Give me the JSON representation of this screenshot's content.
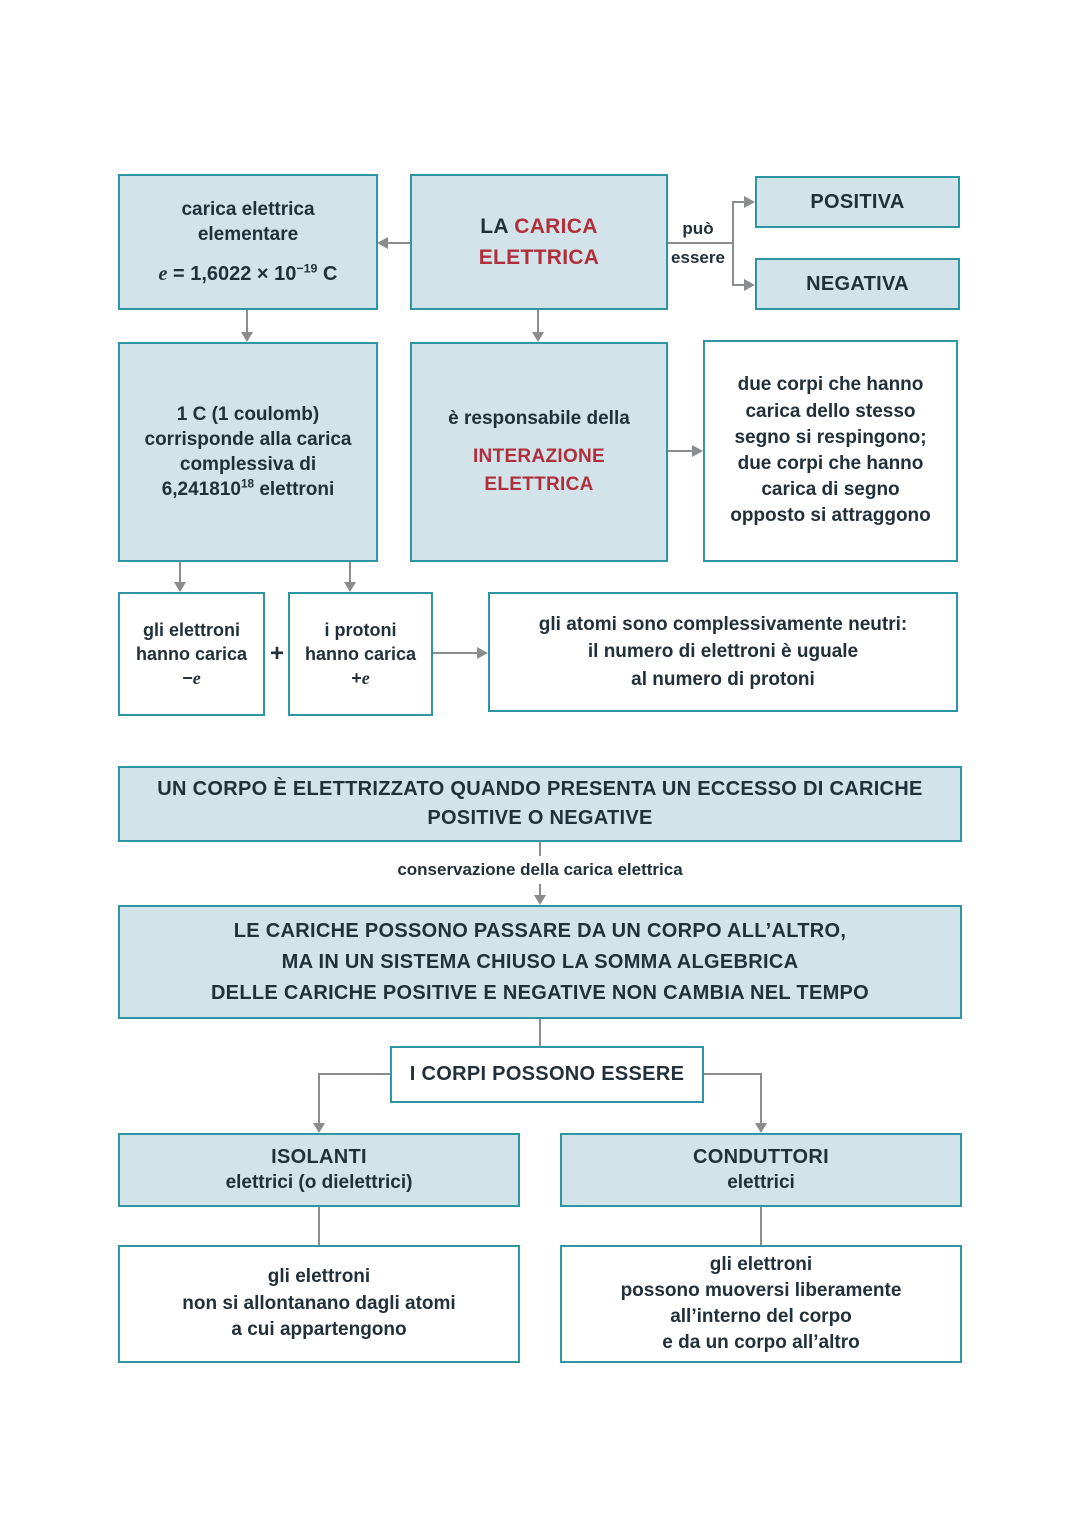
{
  "colors": {
    "box_fill_teal": "#d2e4e9",
    "box_border_teal": "#2e96a3",
    "accent_red": "#b02f3c",
    "text_dark": "#22303a",
    "connector_gray": "#8a8c8e",
    "background": "#ffffff"
  },
  "nodes": {
    "elementare": {
      "line1": "carica elettrica",
      "line2": "elementare",
      "formula": {
        "var": "e",
        "mid": "= 1,6022 × 10",
        "sup": "−19",
        "end": "C"
      }
    },
    "la_carica": {
      "dark": "LA",
      "red1": "CARICA",
      "red2": "ELETTRICA"
    },
    "puo_essere": {
      "line1": "può",
      "line2": "essere"
    },
    "positiva": "POSITIVA",
    "negativa": "NEGATIVA",
    "coulomb": {
      "line1": "1 C (1 coulomb)",
      "line2": "corrisponde alla carica",
      "line3": "complessiva di",
      "num": "6,241810",
      "sup": "18",
      "after": "elettroni"
    },
    "responsabile": {
      "line1": "è responsabile della",
      "red1": "INTERAZIONE",
      "red2": "ELETTRICA"
    },
    "due_corpi": {
      "line1": "due corpi che hanno",
      "line2": "carica dello stesso",
      "line3": "segno si respingono;",
      "line4": "due corpi che hanno",
      "line5": "carica di segno",
      "line6": "opposto si attraggono"
    },
    "elettroni_carica": {
      "line1": "gli elettroni",
      "line2": "hanno carica",
      "sign": "−",
      "var": "e"
    },
    "plus": "+",
    "protoni_carica": {
      "line1": "i protoni",
      "line2": "hanno carica",
      "sign": "+",
      "var": "e"
    },
    "atomi_neutri": {
      "line1": "gli atomi sono complessivamente neutri:",
      "line2": "il numero di elettroni è uguale",
      "line3": "al numero di protoni"
    },
    "corpo_elettrizzato": {
      "line1": "UN CORPO È ELETTRIZZATO QUANDO PRESENTA UN ECCESSO DI CARICHE",
      "line2": "POSITIVE O NEGATIVE"
    },
    "conservazione_label": "conservazione della carica elettrica",
    "cariche_passano": {
      "line1": "LE CARICHE POSSONO PASSARE DA UN CORPO ALL’ALTRO,",
      "line2": "MA IN UN SISTEMA CHIUSO LA SOMMA ALGEBRICA",
      "line3": "DELLE CARICHE POSITIVE E NEGATIVE NON CAMBIA NEL TEMPO"
    },
    "corpi_essere": "I CORPI POSSONO ESSERE",
    "isolanti": {
      "line1": "ISOLANTI",
      "line2": "elettrici (o dielettrici)"
    },
    "conduttori": {
      "line1": "CONDUTTORI",
      "line2": "elettrici"
    },
    "isolanti_desc": {
      "line1": "gli elettroni",
      "line2": "non si allontanano dagli atomi",
      "line3": "a cui appartengono"
    },
    "conduttori_desc": {
      "line1": "gli elettroni",
      "line2": "possono muoversi liberamente",
      "line3": "all’interno del corpo",
      "line4": "e da un corpo all’altro"
    }
  }
}
